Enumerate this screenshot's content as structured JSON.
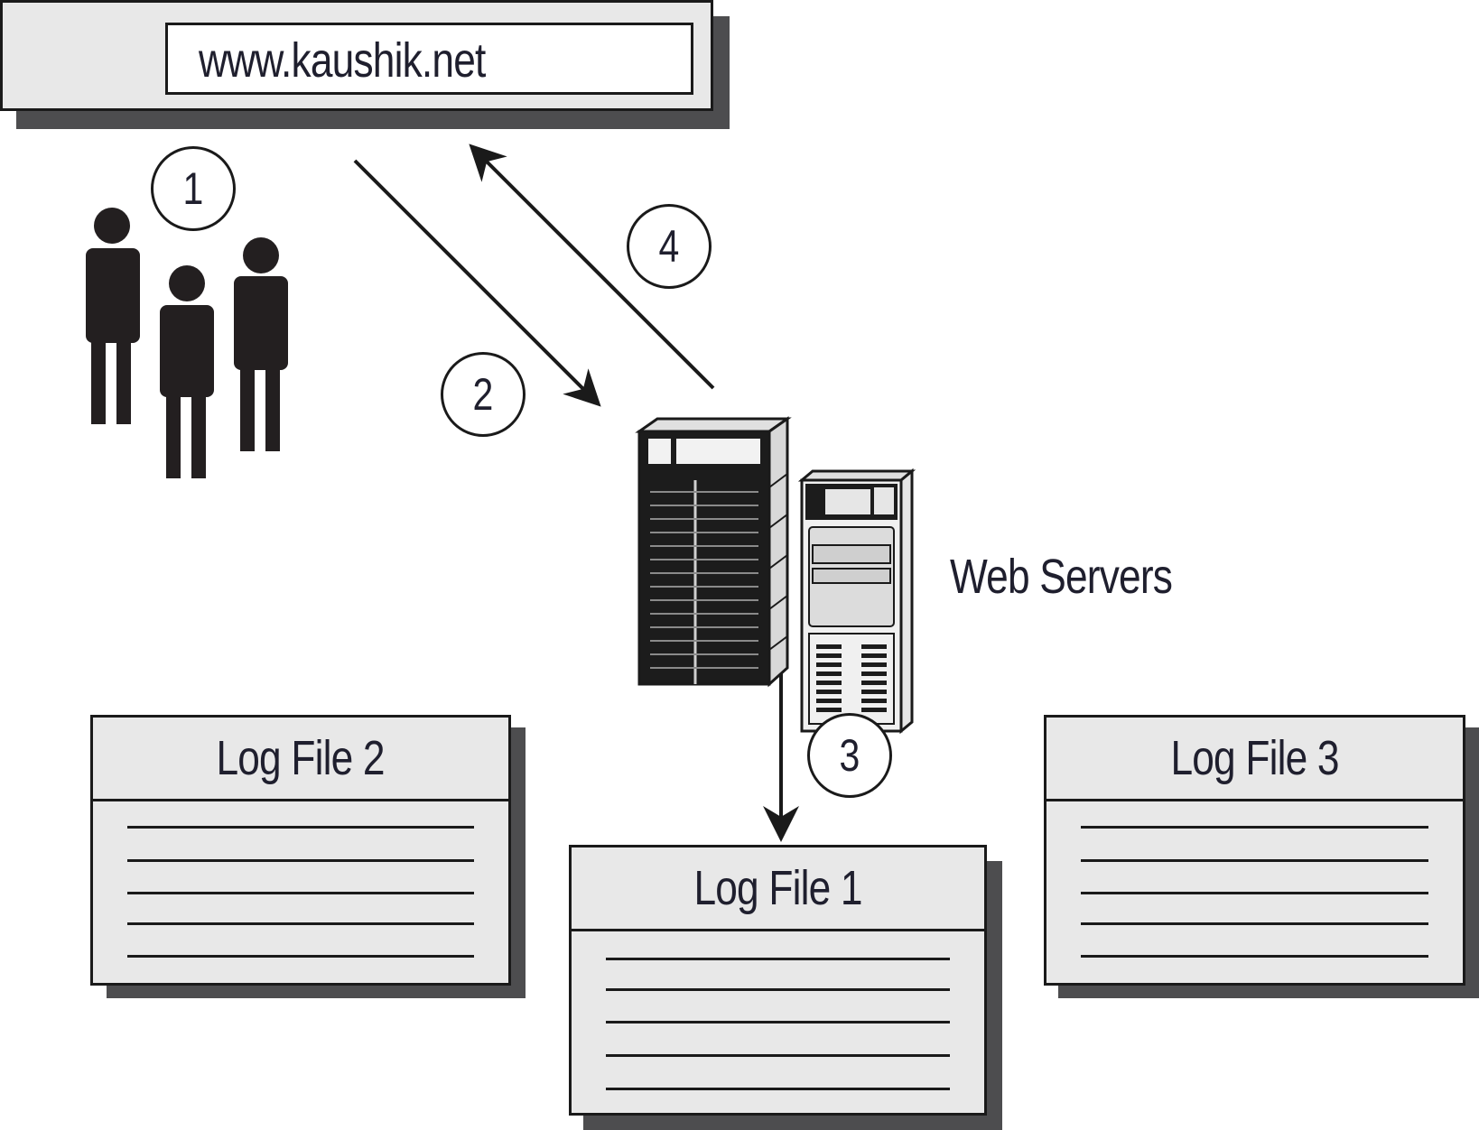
{
  "browser": {
    "url": "www.kaushik.net"
  },
  "steps": [
    {
      "number": "1"
    },
    {
      "number": "2"
    },
    {
      "number": "3"
    },
    {
      "number": "4"
    }
  ],
  "servers": {
    "label": "Web Servers"
  },
  "log_files": [
    {
      "title": "Log File 1",
      "line_count": 5
    },
    {
      "title": "Log File 2",
      "line_count": 5
    },
    {
      "title": "Log File 3",
      "line_count": 5
    }
  ],
  "colors": {
    "ink": "#1a1a1a",
    "panel": "#e8e8e8",
    "shadow": "#4d4d4f"
  }
}
